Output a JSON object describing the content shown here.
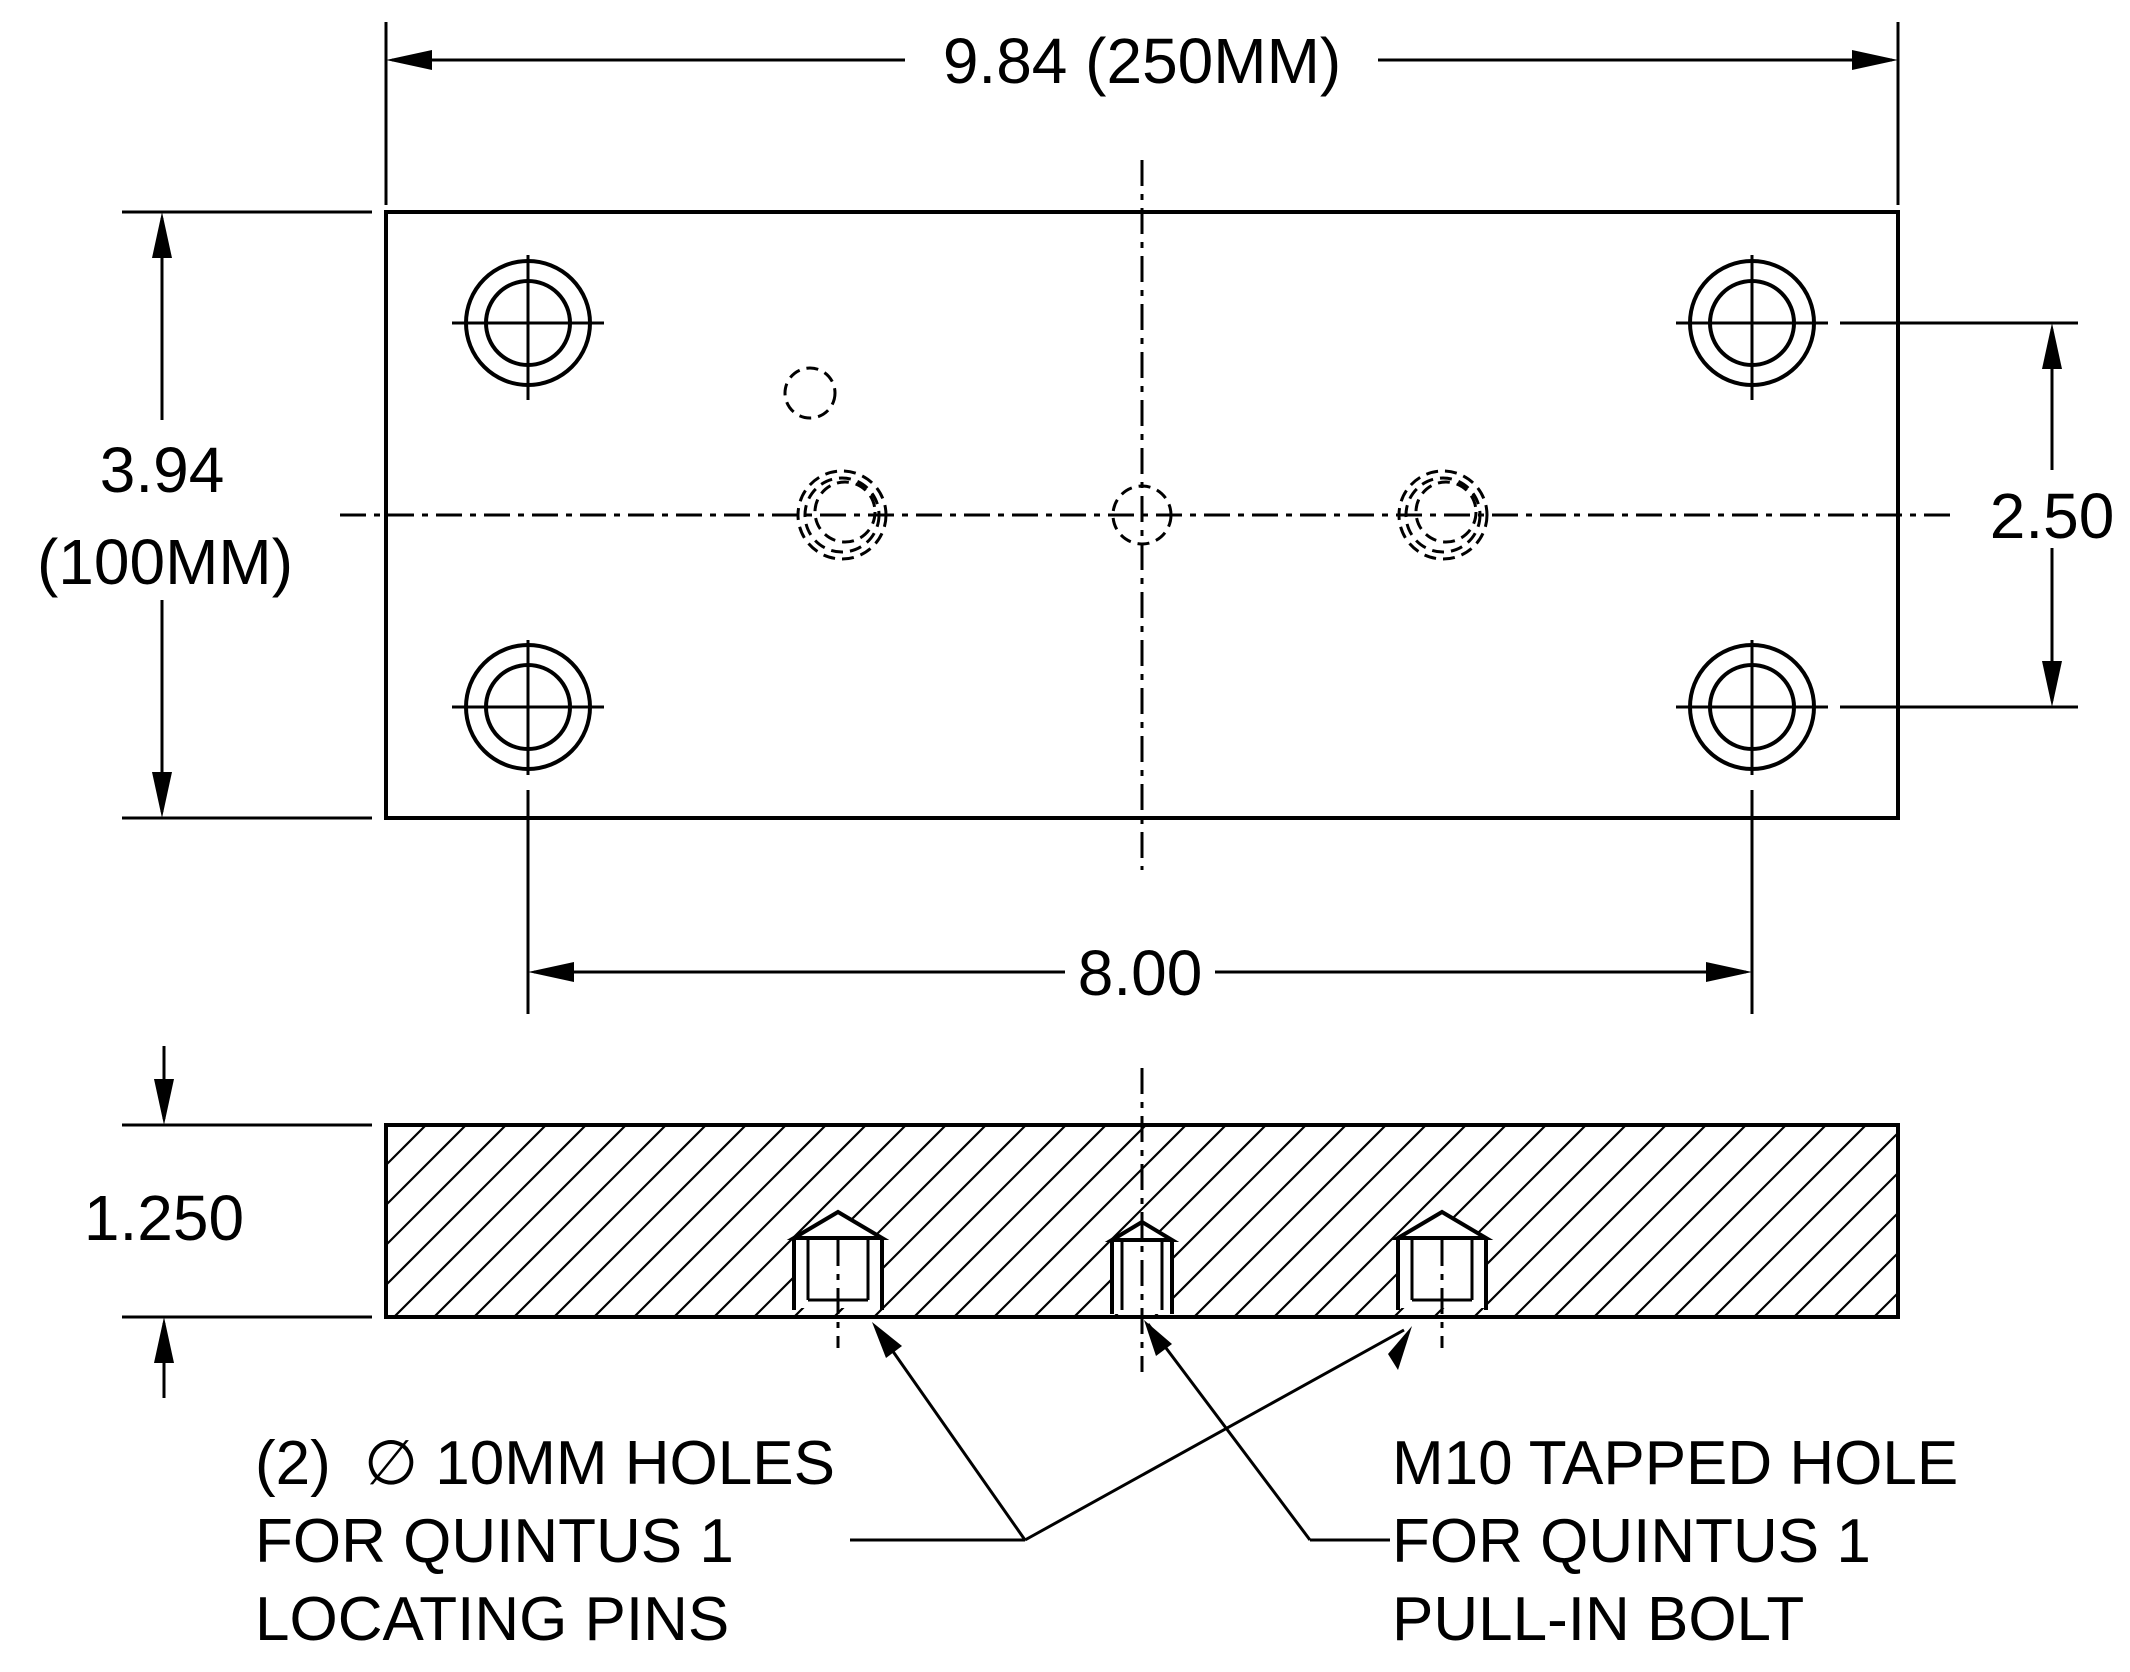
{
  "dimensions": {
    "overall_length": "9.84 (250MM)",
    "width_line1": "3.94",
    "width_line2": "(100MM)",
    "bolt_vertical_spacing": "2.50",
    "bolt_horizontal_spacing": "8.00",
    "thickness": "1.250"
  },
  "notes": {
    "locating_pins": {
      "line1_prefix": "(2)",
      "line1_symbol": "∅",
      "line1_rest": "10MM HOLES",
      "line2": "FOR QUINTUS 1",
      "line3": "LOCATING PINS"
    },
    "pull_in_bolt": {
      "line1": "M10 TAPPED HOLE",
      "line2": "FOR QUINTUS 1",
      "line3": "PULL-IN BOLT"
    }
  }
}
